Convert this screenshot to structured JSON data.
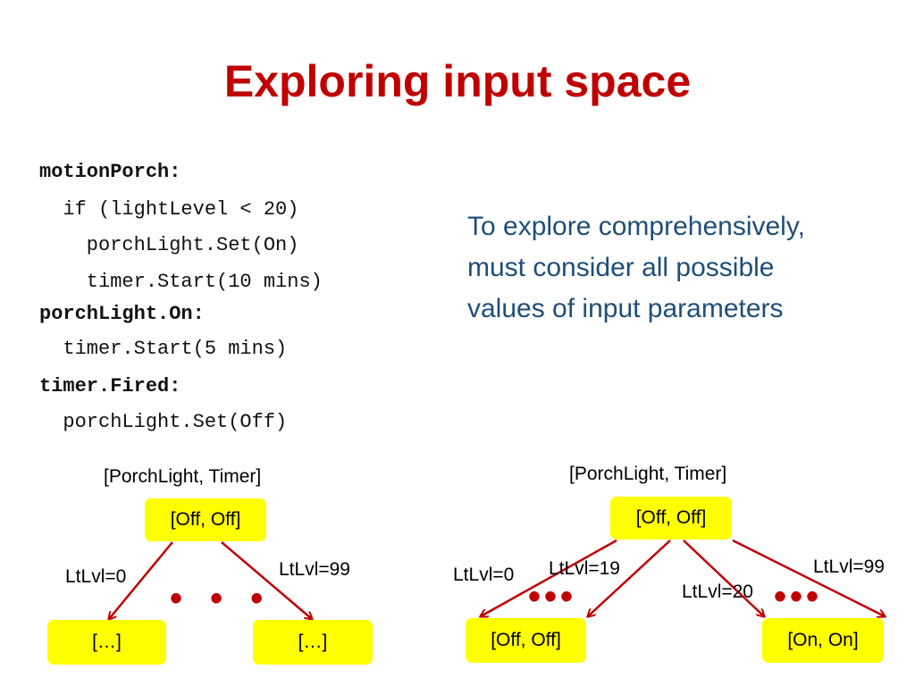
{
  "slide": {
    "title": "Exploring input space"
  },
  "code": {
    "lines": [
      "motionPorch:",
      "  if (lightLevel < 20)",
      "    porchLight.Set(On)",
      "    timer.Start(10 mins)",
      "porchLight.On:",
      "  timer.Start(5 mins)",
      "timer.Fired:",
      "  porchLight.Set(Off)"
    ]
  },
  "explanation": {
    "lines": [
      "To explore comprehensively,",
      "must consider all possible",
      "values of input parameters"
    ]
  },
  "left_tree": {
    "header": "[PorchLight, Timer]",
    "root": "[Off, Off]",
    "edge_left": "LtLvl=0",
    "edge_right": "LtLvl=99",
    "ellipsis": "• • •",
    "leaf_left": "[…]",
    "leaf_right": "[…]"
  },
  "right_tree": {
    "header": "[PorchLight, Timer]",
    "root": "[Off, Off]",
    "edge_1": "LtLvl=0",
    "edge_2": "LtLvl=19",
    "edge_3": "LtLvl=20",
    "edge_4": "LtLvl=99",
    "ellipsis_left": "•••",
    "ellipsis_right": "•••",
    "leaf_left": "[Off, Off]",
    "leaf_right": "[On, On]"
  },
  "colors": {
    "title": "#c00000",
    "explanation": "#1f4e79",
    "node_fill": "#ffff00",
    "edge": "#c00000"
  }
}
